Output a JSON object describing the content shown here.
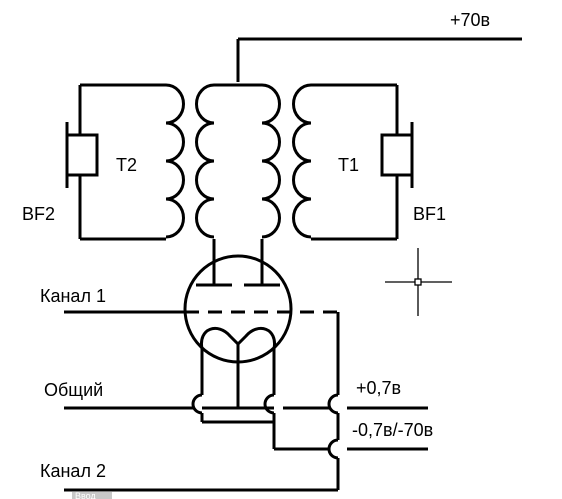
{
  "labels": {
    "supply": "+70в",
    "t2": "T2",
    "t1": "T1",
    "bf2": "BF2",
    "bf1": "BF1",
    "channel1": "Канал 1",
    "common": "Общий",
    "plus07": "+0,7в",
    "minus07": "-0,7в/-70в",
    "channel2": "Канал 2",
    "corner_tag": "Ввод"
  },
  "colors": {
    "ink": "#000000",
    "background": "#ffffff",
    "tag": "#c8c8c8"
  }
}
